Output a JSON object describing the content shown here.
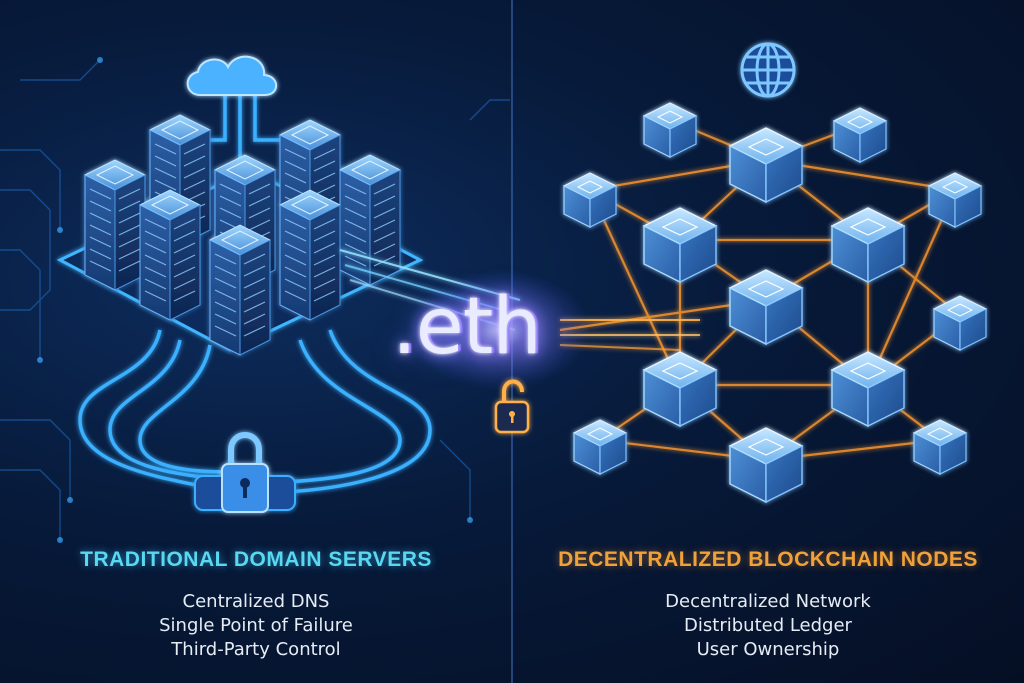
{
  "center_label": ".eth",
  "left": {
    "title": "TRADITIONAL DOMAIN SERVERS",
    "items": [
      "Centralized DNS",
      "Single Point of Failure",
      "Third-Party Control"
    ]
  },
  "right": {
    "title": "DECENTRALIZED BLOCKCHAIN NODES",
    "items": [
      "Decentralized Network",
      "Distributed Ledger",
      "User Ownership"
    ]
  },
  "icons": [
    "cloud-icon",
    "server-rack-icon",
    "padlock-icon",
    "unlock-icon",
    "globe-icon",
    "blockchain-node-icon"
  ],
  "colors": {
    "background": "#071a3a",
    "left_accent": "#3ec8ff",
    "right_accent": "#ff9a2e",
    "left_title": "#5ad8f0",
    "right_title": "#f0a23a",
    "caption_text": "#e6ecf5"
  }
}
